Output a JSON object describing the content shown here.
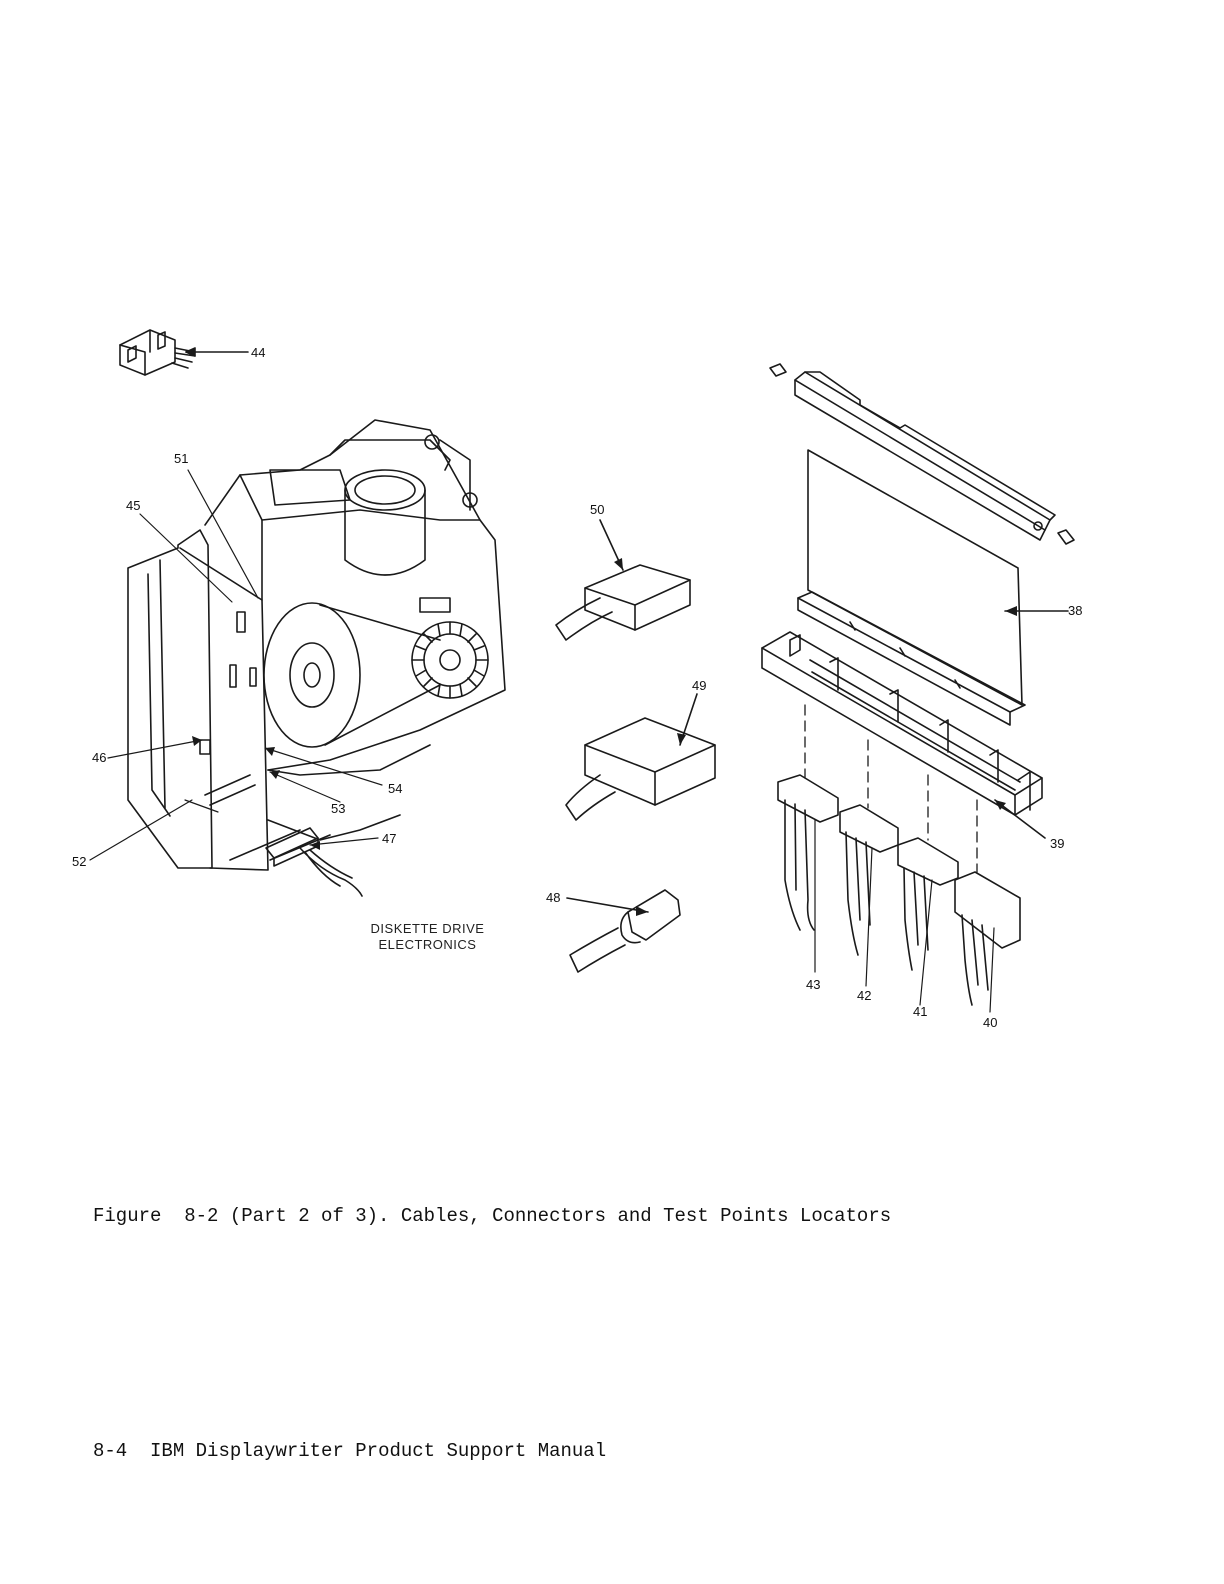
{
  "callouts": {
    "c38": "38",
    "c39": "39",
    "c40": "40",
    "c41": "41",
    "c42": "42",
    "c43": "43",
    "c44": "44",
    "c45": "45",
    "c46": "46",
    "c47": "47",
    "c48": "48",
    "c49": "49",
    "c50": "50",
    "c51": "51",
    "c52": "52",
    "c53": "53",
    "c54": "54"
  },
  "diskette_label_line1": "DISKETTE DRIVE",
  "diskette_label_line2": "ELECTRONICS",
  "figure_caption": "Figure  8-2 (Part 2 of 3). Cables, Connectors and Test Points Locators",
  "footer": {
    "page_number": "8-4",
    "manual_title": "IBM Displaywriter Product Support Manual"
  }
}
